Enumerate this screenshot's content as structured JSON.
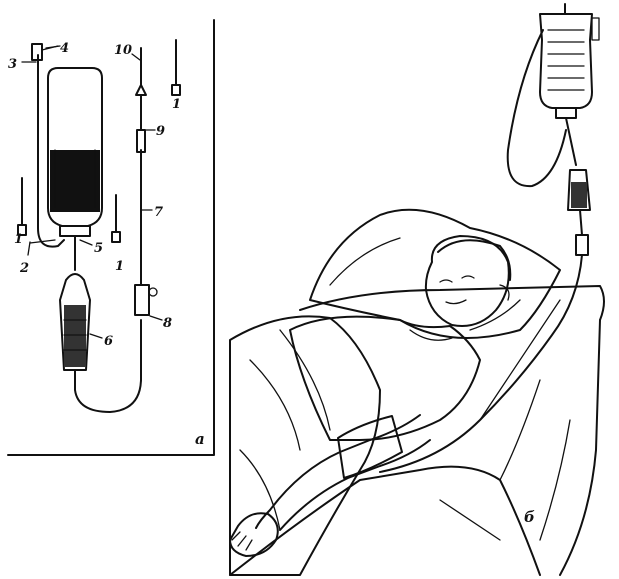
{
  "figure": {
    "panel_a": {
      "letter": "а",
      "labels": [
        "1",
        "1",
        "1",
        "2",
        "3",
        "4",
        "5",
        "6",
        "7",
        "8",
        "9",
        "10"
      ]
    },
    "panel_b": {
      "letter": "б"
    }
  },
  "colors": {
    "ink": "#111111",
    "paper": "#ffffff"
  }
}
